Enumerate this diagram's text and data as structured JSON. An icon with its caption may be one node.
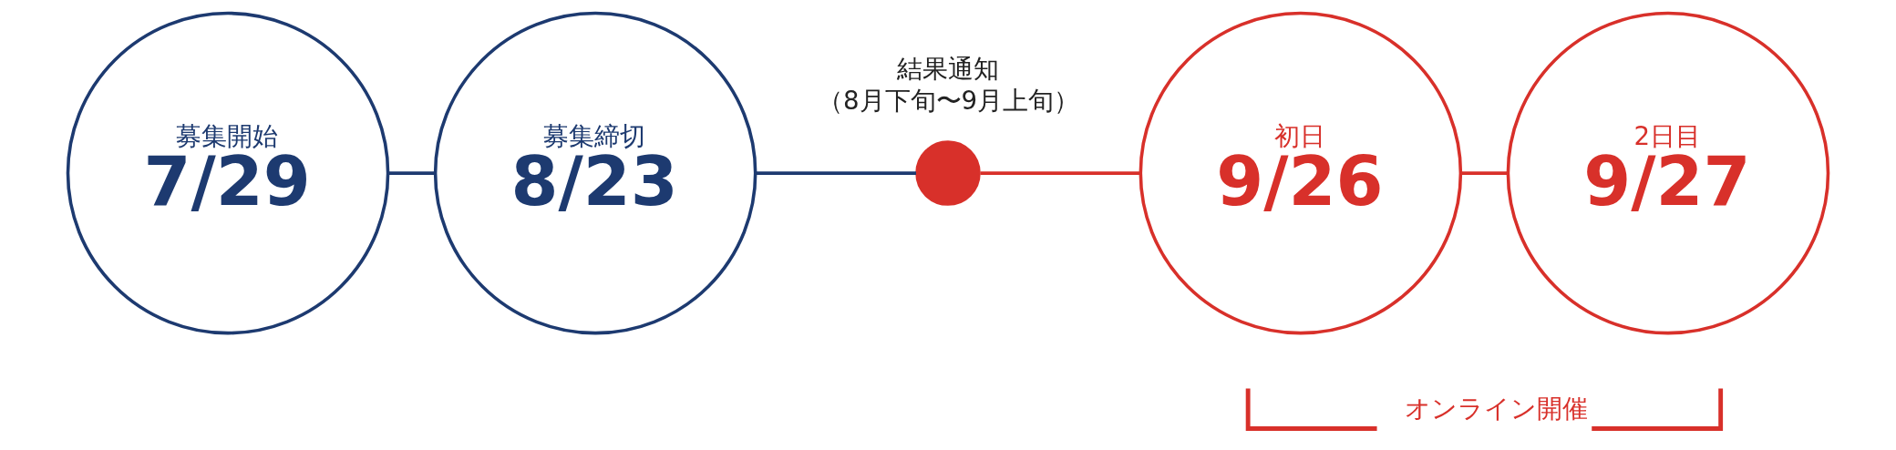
{
  "diagram": {
    "nodes": [
      {
        "text": [
          "募集開始",
          "7/29"
        ]
      },
      {
        "text": [
          "募集締切",
          "8/23"
        ]
      },
      {
        "text": [],
        "shape": "circle",
        "beside": [
          "結果通知",
          "（8月下旬〜9月上旬）"
        ]
      },
      {
        "text": [
          "初日",
          "9/26"
        ]
      },
      {
        "text": [
          "2日目",
          "9/27"
        ]
      }
    ],
    "edges": [
      {
        "from": 0,
        "to": 1,
        "arrow": "none"
      },
      {
        "from": 1,
        "to": 2,
        "arrow": "none"
      },
      {
        "from": 2,
        "to": 3,
        "arrow": "none",
        "color": "#d8302a"
      },
      {
        "from": 3,
        "to": 4,
        "arrow": "none",
        "color": "#d8302a"
      }
    ],
    "labels": [
      "オンライン開催"
    ]
  }
}
